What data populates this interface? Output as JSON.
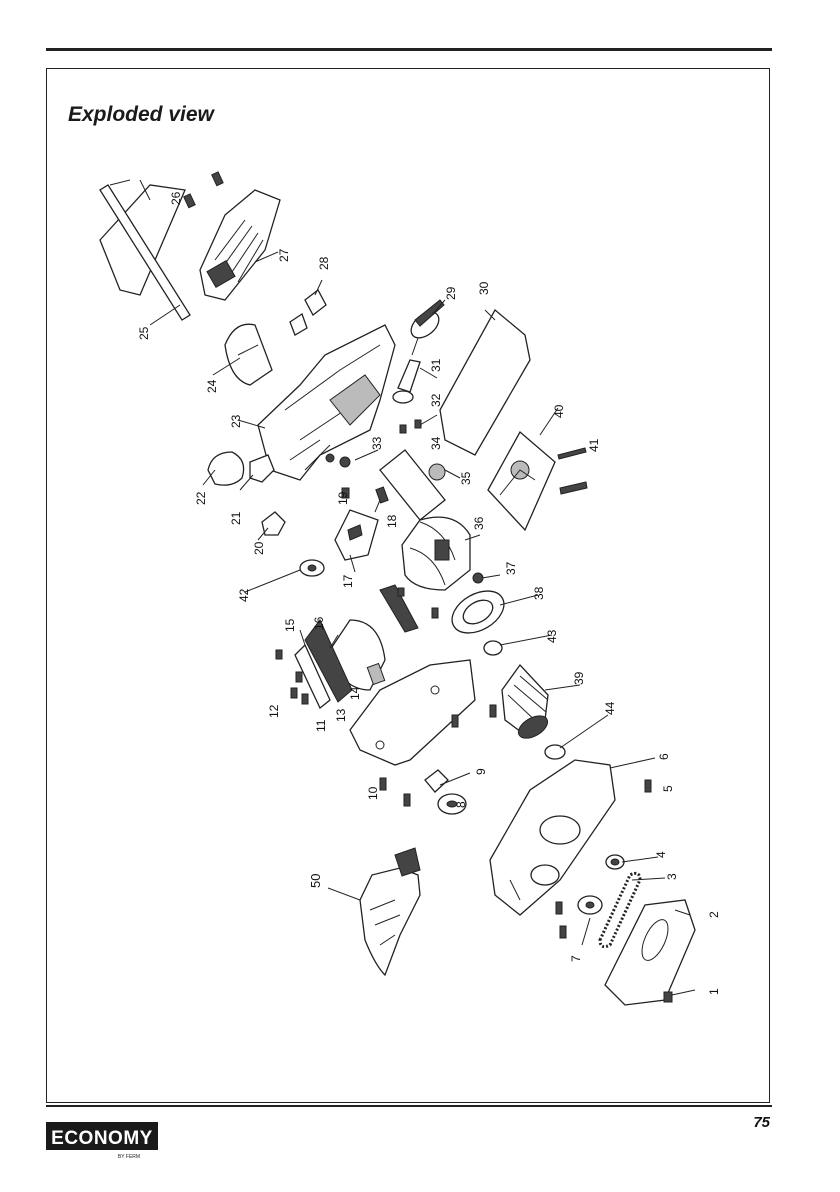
{
  "page": {
    "title": "Exploded view",
    "page_number": "75"
  },
  "logo": {
    "brand": "ECONOMY",
    "sub": "BY FERM"
  },
  "parts": [
    {
      "n": "1"
    },
    {
      "n": "2"
    },
    {
      "n": "3"
    },
    {
      "n": "4"
    },
    {
      "n": "5"
    },
    {
      "n": "6"
    },
    {
      "n": "7"
    },
    {
      "n": "8"
    },
    {
      "n": "9"
    },
    {
      "n": "10"
    },
    {
      "n": "11"
    },
    {
      "n": "12"
    },
    {
      "n": "13"
    },
    {
      "n": "14"
    },
    {
      "n": "15"
    },
    {
      "n": "16"
    },
    {
      "n": "17"
    },
    {
      "n": "18"
    },
    {
      "n": "19"
    },
    {
      "n": "20"
    },
    {
      "n": "21"
    },
    {
      "n": "22"
    },
    {
      "n": "23"
    },
    {
      "n": "24"
    },
    {
      "n": "25"
    },
    {
      "n": "26"
    },
    {
      "n": "27"
    },
    {
      "n": "28"
    },
    {
      "n": "29"
    },
    {
      "n": "30"
    },
    {
      "n": "31"
    },
    {
      "n": "32"
    },
    {
      "n": "33"
    },
    {
      "n": "34"
    },
    {
      "n": "35"
    },
    {
      "n": "36"
    },
    {
      "n": "37"
    },
    {
      "n": "38"
    },
    {
      "n": "39"
    },
    {
      "n": "40"
    },
    {
      "n": "41"
    },
    {
      "n": "42"
    },
    {
      "n": "43"
    },
    {
      "n": "44"
    },
    {
      "n": "50"
    }
  ]
}
